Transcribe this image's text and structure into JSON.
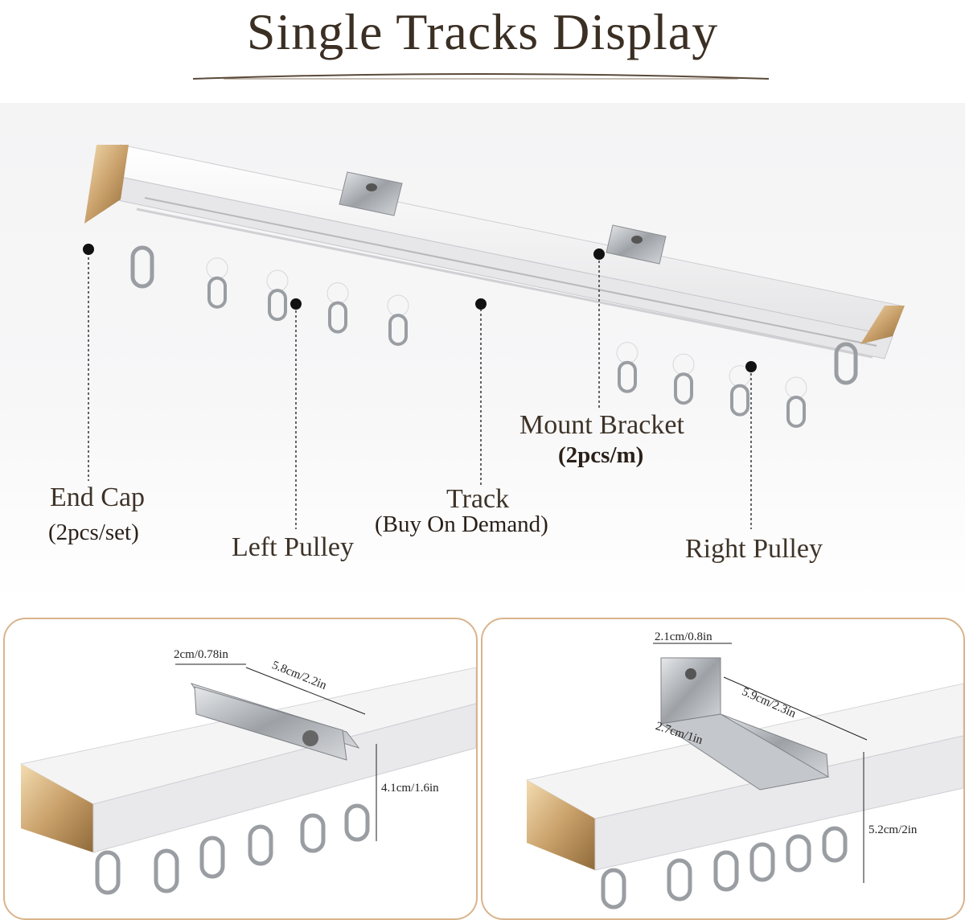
{
  "header": {
    "title": "Single Tracks Display"
  },
  "labels": {
    "end_cap": "End Cap",
    "end_cap_qty": "(2pcs/set)",
    "left_pulley": "Left Pulley",
    "track": "Track",
    "track_note": "(Buy On Demand)",
    "mount_bracket": "Mount Bracket",
    "mount_bracket_qty": "(2pcs/m)",
    "right_pulley": "Right Pulley"
  },
  "left_panel": {
    "bracket_width": "2cm/0.78in",
    "bracket_length": "5.8cm/2.2in",
    "track_height": "4.1cm/1.6in"
  },
  "right_panel": {
    "bracket_width": "2.1cm/0.8in",
    "bracket_length": "5.9cm/2.3in",
    "bracket_height": "2.7cm/1in",
    "track_height": "5.2cm/2in"
  },
  "colors": {
    "gold": "#c9a06a",
    "track": "#f2f2f2",
    "steel": "#b9bcc0",
    "frame": "#d9b48c",
    "text": "#3e3328"
  }
}
